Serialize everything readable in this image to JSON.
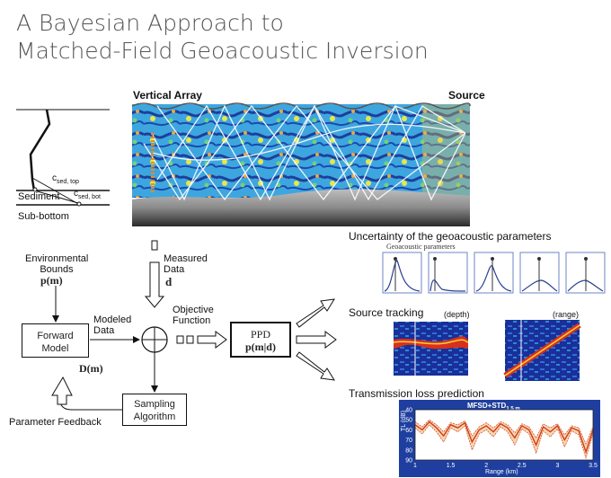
{
  "title": {
    "line1": "A Bayesian Approach to",
    "line2": "Matched-Field Geoacoustic Inversion"
  },
  "profile": {
    "csed_top": "c",
    "csed_top_sub": "sed, top",
    "csed_bot": "c",
    "csed_bot_sub": "sed, bot",
    "sediment": "Sediment",
    "subbottom": "Sub-bottom"
  },
  "ocean": {
    "vertical_array": "Vertical Array",
    "source": "Source"
  },
  "flow": {
    "env_bounds_1": "Environmental",
    "env_bounds_2": "Bounds",
    "p_m": "p(m)",
    "measured_1": "Measured",
    "measured_2": "Data",
    "measured_d": "d",
    "objective_1": "Objective",
    "objective_2": "Function",
    "modeled_1": "Modeled",
    "modeled_2": "Data",
    "forward_1": "Forward",
    "forward_2": "Model",
    "d_m": "D(m)",
    "ppd_1": "PPD",
    "ppd_2": "p(m|d)",
    "sampling_1": "Sampling",
    "sampling_2": "Algorithm",
    "feedback": "Parameter Feedback"
  },
  "results": {
    "uncertainty": "Uncertainty of the geoacoustic parameters",
    "geo_params": "Geoacoustic parameters",
    "source_tracking": "Source tracking",
    "depth": "(depth)",
    "range": "(range)",
    "tl_prediction": "Transmission loss prediction",
    "tl_legend": "MFSD+STD",
    "tl_legend_sub": "1.5 m",
    "tl_ylabel": "TL (dB)",
    "tl_xlabel": "Range (km)"
  },
  "chart_data": {
    "type": "line",
    "title": "MFSD+STD 1.5 m",
    "xlabel": "Range (km)",
    "ylabel": "TL (dB)",
    "xlim": [
      1,
      3.5
    ],
    "ylim": [
      40,
      90
    ],
    "y_inverted": true,
    "xticks": [
      "1",
      "1.5",
      "2",
      "2.5",
      "3",
      "3.5"
    ],
    "yticks": [
      "40",
      "50",
      "60",
      "70",
      "80",
      "90"
    ],
    "x": [
      1.0,
      1.1,
      1.2,
      1.3,
      1.4,
      1.5,
      1.6,
      1.7,
      1.8,
      1.9,
      2.0,
      2.1,
      2.2,
      2.3,
      2.4,
      2.5,
      2.6,
      2.7,
      2.8,
      2.9,
      3.0,
      3.1,
      3.2,
      3.3,
      3.4,
      3.5
    ],
    "series": [
      {
        "values": [
          55,
          60,
          52,
          58,
          66,
          55,
          58,
          53,
          72,
          60,
          56,
          62,
          54,
          58,
          68,
          56,
          60,
          75,
          57,
          62,
          56,
          70,
          58,
          61,
          82,
          60
        ]
      },
      {
        "values": [
          52,
          57,
          50,
          55,
          62,
          53,
          55,
          51,
          66,
          57,
          53,
          58,
          52,
          55,
          63,
          54,
          57,
          68,
          54,
          58,
          54,
          65,
          56,
          58,
          74,
          57
        ]
      },
      {
        "values": [
          58,
          64,
          55,
          62,
          72,
          58,
          62,
          56,
          80,
          64,
          60,
          67,
          57,
          62,
          75,
          59,
          64,
          83,
          61,
          67,
          59,
          77,
          61,
          65,
          88,
          64
        ]
      }
    ]
  },
  "colors": {
    "ocean_base": "#49a7e0",
    "tl_bg": "#1e3fa0",
    "tl_band": "#f7d8b0",
    "tl_line": "#d23a1a"
  }
}
